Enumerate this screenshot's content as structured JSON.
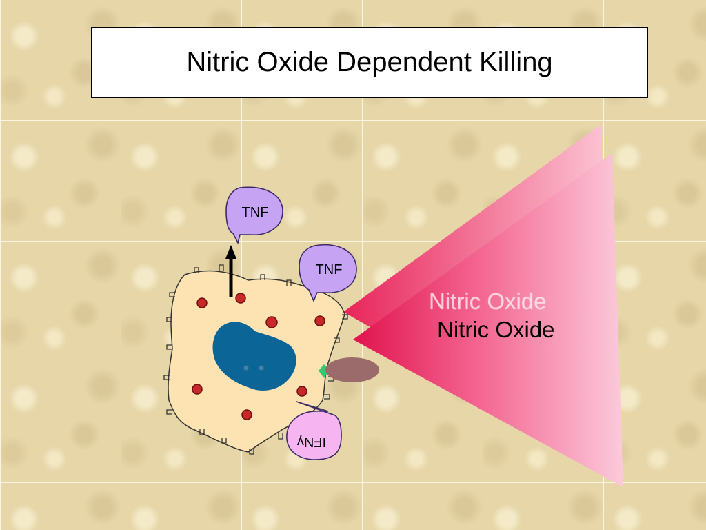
{
  "title": "Nitric Oxide Dependent Killing",
  "labels": {
    "tnf_top": "TNF",
    "tnf_right": "TNF",
    "ifn": "IFNγ",
    "nitric_oxide": "Nitric Oxide",
    "nitric_oxide_ghost": "Nitric Oxide"
  },
  "colors": {
    "cell_fill": "#fde3b2",
    "nucleus": "#0b6597",
    "granule": "#c82828",
    "bubble_tnf": "#c6a3f3",
    "bubble_ifn": "#f6b5f1",
    "bacterium": "#9b6b6b",
    "receptor": "#2ecc71",
    "no_cone_dark": "#e0134e",
    "no_cone_light": "#fbc8d8"
  },
  "icons": [
    "up-arrow-icon"
  ]
}
